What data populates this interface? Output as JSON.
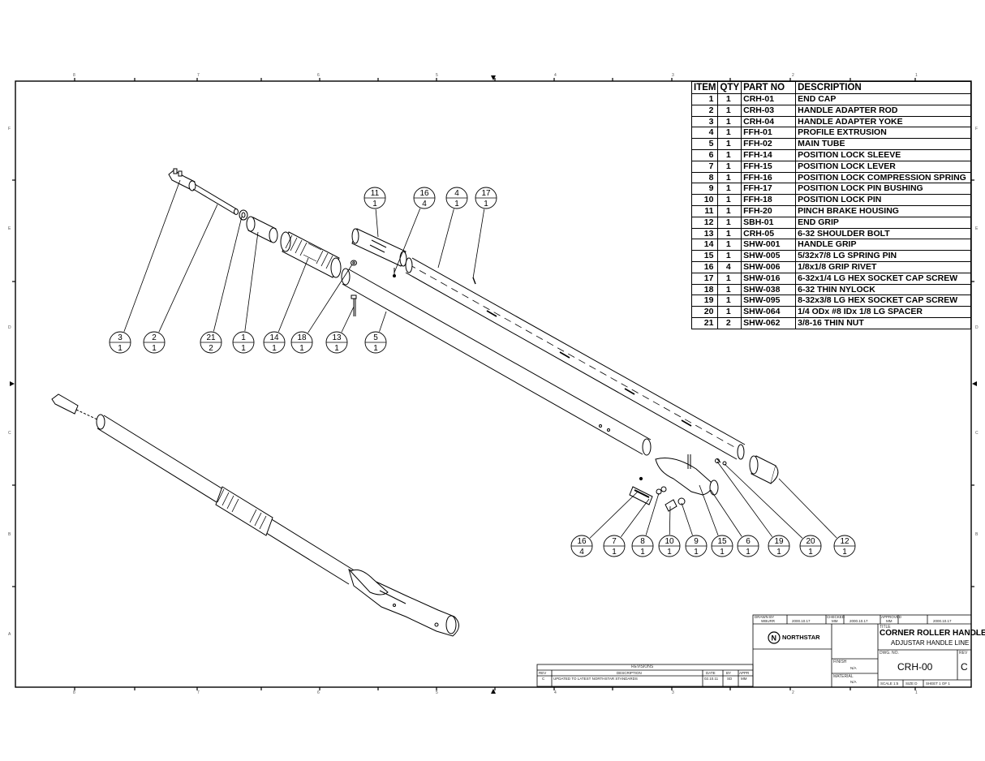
{
  "bom": {
    "headers": [
      "ITEM",
      "QTY",
      "PART NO",
      "DESCRIPTION"
    ],
    "rows": [
      [
        "1",
        "1",
        "CRH-01",
        "END CAP"
      ],
      [
        "2",
        "1",
        "CRH-03",
        "HANDLE ADAPTER ROD"
      ],
      [
        "3",
        "1",
        "CRH-04",
        "HANDLE ADAPTER YOKE"
      ],
      [
        "4",
        "1",
        "FFH-01",
        "PROFILE EXTRUSION"
      ],
      [
        "5",
        "1",
        "FFH-02",
        "MAIN TUBE"
      ],
      [
        "6",
        "1",
        "FFH-14",
        "POSITION LOCK SLEEVE"
      ],
      [
        "7",
        "1",
        "FFH-15",
        "POSITION LOCK LEVER"
      ],
      [
        "8",
        "1",
        "FFH-16",
        "POSITION LOCK COMPRESSION SPRING"
      ],
      [
        "9",
        "1",
        "FFH-17",
        "POSITION LOCK PIN BUSHING"
      ],
      [
        "10",
        "1",
        "FFH-18",
        "POSITION LOCK PIN"
      ],
      [
        "11",
        "1",
        "FFH-20",
        "PINCH BRAKE HOUSING"
      ],
      [
        "12",
        "1",
        "SBH-01",
        "END GRIP"
      ],
      [
        "13",
        "1",
        "CRH-05",
        "6-32 SHOULDER BOLT"
      ],
      [
        "14",
        "1",
        "SHW-001",
        "HANDLE GRIP"
      ],
      [
        "15",
        "1",
        "SHW-005",
        "5/32x7/8 LG SPRING PIN"
      ],
      [
        "16",
        "4",
        "SHW-006",
        "1/8x1/8 GRIP RIVET"
      ],
      [
        "17",
        "1",
        "SHW-016",
        "6-32x1/4 LG HEX SOCKET CAP SCREW"
      ],
      [
        "18",
        "1",
        "SHW-038",
        "6-32 THIN NYLOCK"
      ],
      [
        "19",
        "1",
        "SHW-095",
        "8-32x3/8 LG HEX SOCKET CAP SCREW"
      ],
      [
        "20",
        "1",
        "SHW-064",
        "1/4 ODx #8 IDx 1/8 LG SPACER"
      ],
      [
        "21",
        "2",
        "SHW-062",
        "3/8-16 THIN NUT"
      ]
    ]
  },
  "balloons": [
    {
      "item": "3",
      "qty": "1"
    },
    {
      "item": "2",
      "qty": "1"
    },
    {
      "item": "21",
      "qty": "2"
    },
    {
      "item": "1",
      "qty": "1"
    },
    {
      "item": "14",
      "qty": "1"
    },
    {
      "item": "18",
      "qty": "1"
    },
    {
      "item": "13",
      "qty": "1"
    },
    {
      "item": "5",
      "qty": "1"
    },
    {
      "item": "11",
      "qty": "1"
    },
    {
      "item": "16",
      "qty": "4"
    },
    {
      "item": "4",
      "qty": "1"
    },
    {
      "item": "17",
      "qty": "1"
    },
    {
      "item": "16",
      "qty": "4"
    },
    {
      "item": "7",
      "qty": "1"
    },
    {
      "item": "8",
      "qty": "1"
    },
    {
      "item": "10",
      "qty": "1"
    },
    {
      "item": "9",
      "qty": "1"
    },
    {
      "item": "15",
      "qty": "1"
    },
    {
      "item": "6",
      "qty": "1"
    },
    {
      "item": "19",
      "qty": "1"
    },
    {
      "item": "20",
      "qty": "1"
    },
    {
      "item": "12",
      "qty": "1"
    }
  ],
  "border": {
    "top_zones": [
      "8",
      "7",
      "6",
      "5",
      "4",
      "3",
      "2",
      "1"
    ],
    "side_zones": [
      "F",
      "E",
      "D",
      "C",
      "B",
      "A"
    ]
  },
  "title_block": {
    "drawn_by_label": "DRAWN BY",
    "drawn_by": "WBURR",
    "drawn_date": "2000.10.17",
    "checked_label": "CHECKED",
    "checked_by": "MM",
    "checked_date": "2000.10.17",
    "approved_label": "APPROVED",
    "approved_by": "MM",
    "approved_date": "2000.10.17",
    "company": "NORTHSTAR",
    "title_label": "TITLE",
    "title": "CORNER ROLLER HANDLE",
    "subtitle": "ADJUSTAR HANDLE LINE",
    "dwg_no_label": "DWG. NO.",
    "dwg_no": "CRH-00",
    "rev_label": "REV",
    "rev": "C",
    "finish_label": "FINISH",
    "finish": "N/A",
    "material_label": "MATERIAL",
    "material": "N/A",
    "scale_label": "SCALE 1:5",
    "size_label": "SIZE D",
    "sheet_label": "SHEET 1 OF 1"
  },
  "revisions": {
    "title": "REVISIONS",
    "headers": [
      "REV",
      "DESCRIPTION",
      "DATE",
      "BY",
      "APPR"
    ],
    "rows": [
      [
        "C",
        "UPDATED TO LATEST NORTHSTAR STANDARDS",
        "02.10.11",
        "SD",
        "MM"
      ]
    ]
  },
  "colors": {
    "line": "#000000",
    "paper": "#ffffff"
  }
}
